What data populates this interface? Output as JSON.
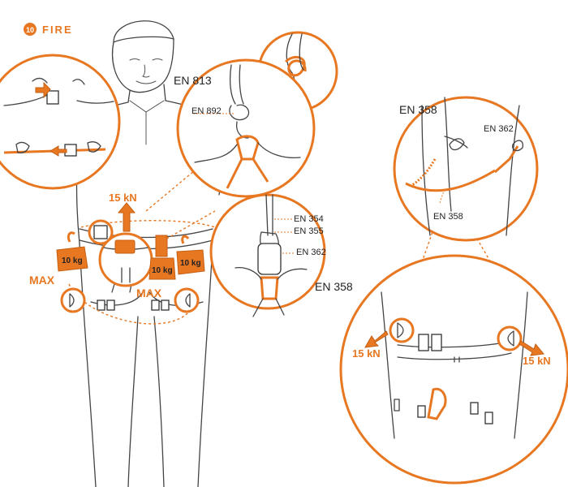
{
  "header": {
    "number": "10",
    "title": "FIRE"
  },
  "labels": {
    "en813": "EN 813",
    "en892": "EN 892",
    "en354": "EN 354",
    "en355": "EN 355",
    "en362_center": "EN 362",
    "en358_center": "EN 358",
    "en358_right": "EN 358",
    "en362_right": "EN 362",
    "en358_rope": "EN 358"
  },
  "force": {
    "up": "15 kN",
    "left": "15 kN",
    "right": "15 kN"
  },
  "weights": {
    "left": "10 kg",
    "right_a": "10 kg",
    "right_b": "10 kg"
  },
  "max": {
    "left": "MAX",
    "right": "MAX"
  },
  "colors": {
    "accent": "#e87722",
    "line": "#444444"
  }
}
